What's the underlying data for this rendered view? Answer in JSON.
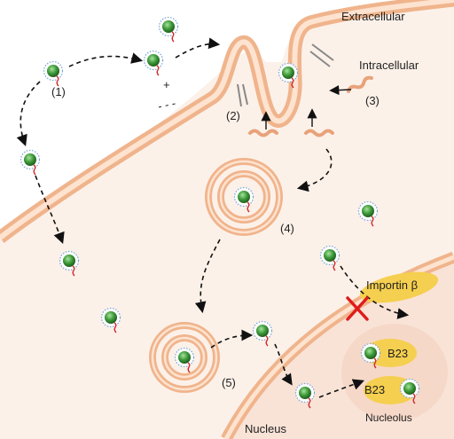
{
  "labels": {
    "extracellular": "Extracellular",
    "intracellular": "Intracellular",
    "nucleus": "Nucleus",
    "nucleolus": "Nucleolus",
    "importin": "Importin β",
    "b23_top": "B23",
    "b23_bottom": "B23",
    "plus_sign": "+",
    "minus_signs": "- - -"
  },
  "steps": [
    "(1)",
    "(2)",
    "(3)",
    "(4)",
    "(5)"
  ],
  "colors": {
    "cell_outside": "#ffffff",
    "cytoplasm": "#fcf1e9",
    "membrane": "#f0b48c",
    "membrane_inner": "#fde3d0",
    "nucleus_fill": "#f9e3d7",
    "nucleolus_fill": "#f6d8c8",
    "importin_fill": "#f5cf4f",
    "nanoparticle_core": "#3e9a3a",
    "nanoparticle_shell": "#7aa7d6",
    "tail": "#d12b2b",
    "block_cross": "#e01b1b"
  }
}
